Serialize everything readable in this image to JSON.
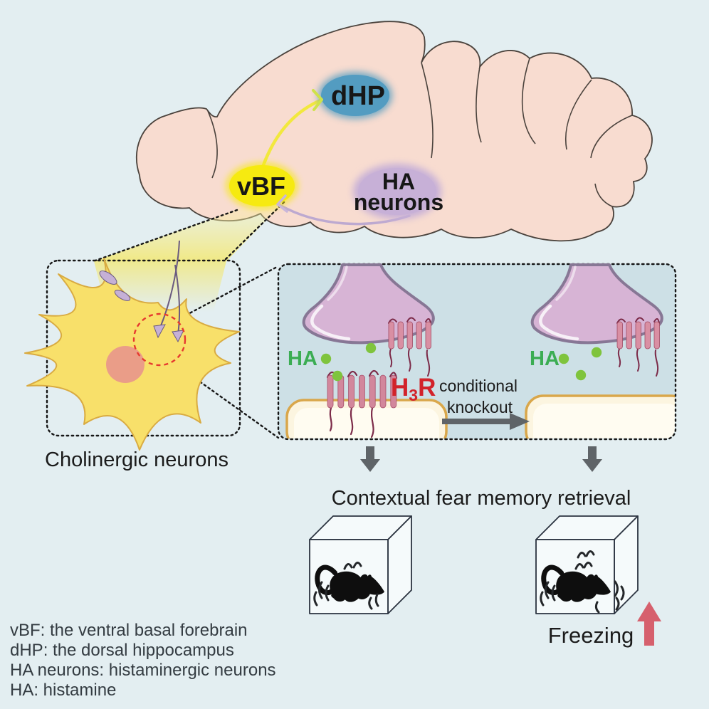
{
  "colors": {
    "background": "#e3eef1",
    "panel_background": "#cde0e6",
    "brain_fill": "#f8dcd0",
    "dhp_fill": "#539cc1",
    "vbf_fill": "#f6ea10",
    "ha_region_fill": "#c7b0d7",
    "ha_text_green": "#3bad53",
    "histamine_dot_green": "#7fc43d",
    "h3r_red": "#d2232a",
    "freezing_arrow_red": "#d6606d",
    "flow_arrow_gray": "#5f6468"
  },
  "brain": {
    "dhp_label": "dHP",
    "vbf_label": "vBF",
    "ha_line1": "HA",
    "ha_line2": "neurons"
  },
  "neuron_panel": {
    "caption": "Cholinergic neurons"
  },
  "synapse_panel": {
    "left_ha_label": "HA",
    "right_ha_label": "HA",
    "h3r_main": "H",
    "h3r_sub": "3",
    "h3r_tail": "R",
    "transition_line1": "conditional",
    "transition_line2": "knockout"
  },
  "outcome": {
    "title": "Contextual fear memory retrieval",
    "freezing_label": "Freezing"
  },
  "legend": {
    "lines": [
      "vBF: the ventral basal forebrain",
      "dHP: the dorsal hippocampus",
      "HA neurons: histaminergic neurons",
      "HA: histamine"
    ]
  }
}
